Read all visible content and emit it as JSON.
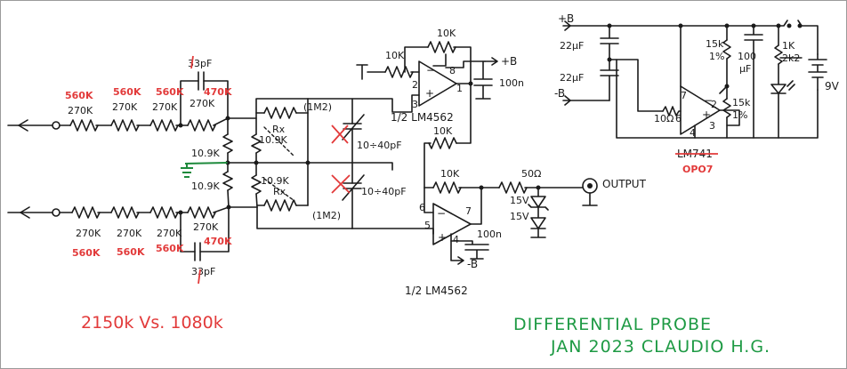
{
  "diagram": {
    "title_line1": "DIFFERENTIAL PROBE",
    "title_line2": "JAN 2023 CLAUDIO H.G.",
    "note_ratio": "2150k Vs. 1080k",
    "opamp_bottom_label": "1/2 LM4562",
    "opamp_top_label": "1/2 LM4562",
    "output_label": "OUTPUT",
    "colors": {
      "ink": "#1a1a1a",
      "red": "#e23a3a",
      "green": "#1e9a44"
    },
    "top_input": {
      "res_values": [
        "270K",
        "270K",
        "270K",
        "270K"
      ],
      "red_values": [
        "560K",
        "560K",
        "560K",
        "470K"
      ],
      "cap": "33pF"
    },
    "bottom_input": {
      "res_values": [
        "270K",
        "270K",
        "270K",
        "270K"
      ],
      "red_values": [
        "560K",
        "560K",
        "560K",
        "470K"
      ],
      "cap": "33pF"
    },
    "divider": {
      "upper": "10.9K",
      "lower": "10.9K",
      "rx_upper": "10.9K",
      "rx_lower": "10.9K",
      "rx": "Rx",
      "rx2": "Rx",
      "m_upper": "(1M2)",
      "m_lower": "(1M2)"
    },
    "trimmers": {
      "upper": "10÷40pF",
      "lower": "10÷40pF"
    },
    "top_amp": {
      "rin": "10K",
      "rf": "10K",
      "pin_inv": "2",
      "pin_non": "3",
      "pin_out": "1",
      "pin_v": "8",
      "supply": "+B",
      "cap": "100n",
      "out_res": "10K"
    },
    "bot_amp": {
      "rin": "10K",
      "pin_inv": "6",
      "pin_non": "5",
      "pin_out": "7",
      "pin_v": "4",
      "supply": "-B",
      "cap": "100n"
    },
    "output_stage": {
      "res": "50Ω",
      "z1": "15V",
      "z2": "15V"
    },
    "supply": {
      "plus": "+B",
      "minus": "-B",
      "c1": "22µF",
      "c2": "22µF",
      "r_in": "10Ω",
      "pin6": "6",
      "pin7": "7",
      "pin2": "2",
      "pin3": "3",
      "pin4": "4",
      "r1": "15k",
      "r1_tol": "1%",
      "c3": "100",
      "c3_unit": "µF",
      "r2": "15k",
      "r2_tol": "1%",
      "r3": "1K",
      "r3_old": "2k2",
      "batt": "9V",
      "ic": "LM741",
      "ic_alt": "OPO7"
    }
  }
}
